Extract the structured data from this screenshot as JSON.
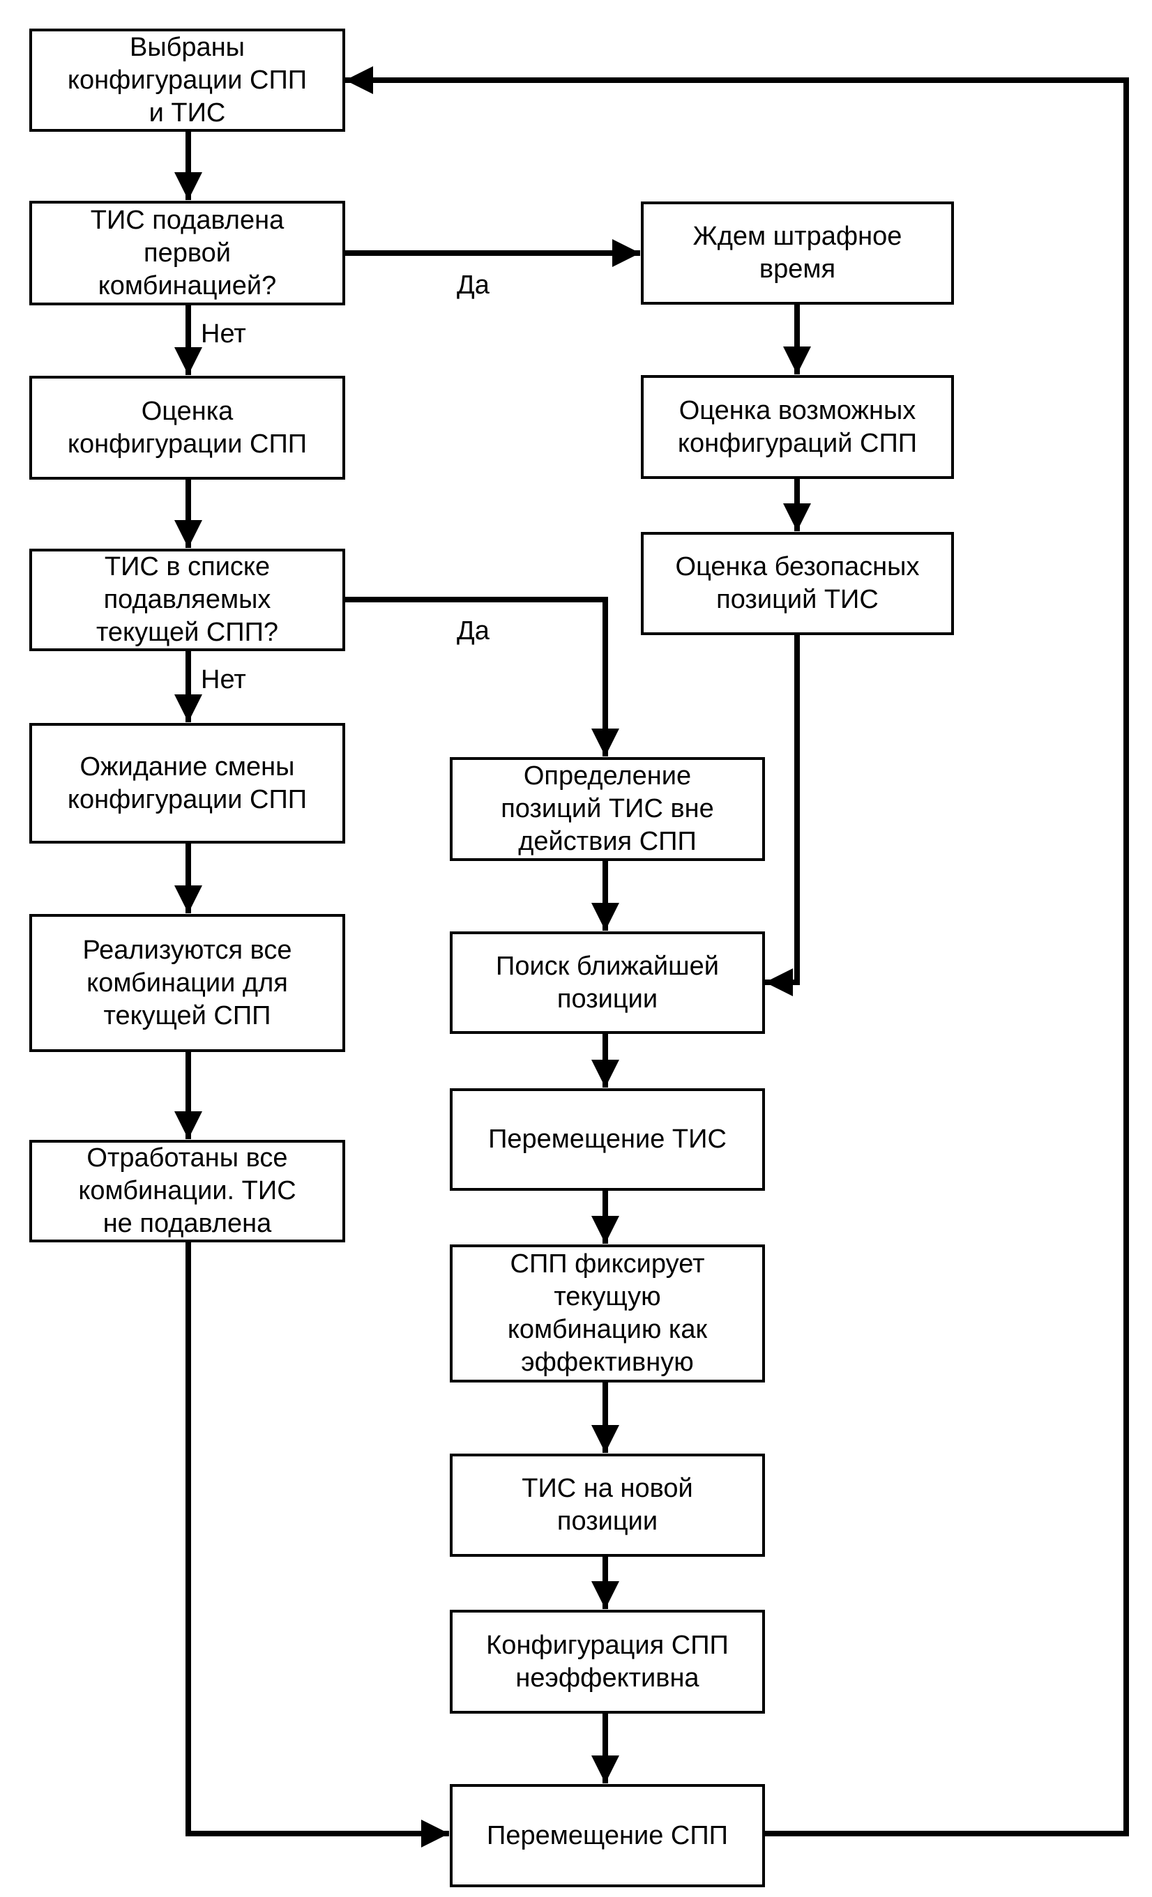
{
  "nodes": {
    "selected_configs": "Выбраны\nконфигурации СПП\nи ТИС",
    "suppressed_first": "ТИС подавлена\nпервой\nкомбинацией?",
    "evaluate_config": "Оценка\nконфигурации СПП",
    "in_list": "ТИС в списке\nподавляемых\nтекущей СПП?",
    "wait_change": "Ожидание смены\nконфигурации СПП",
    "all_combinations": "Реализуются все\nкомбинации для\nтекущей СПП",
    "done_not_suppressed": "Отработаны все\nкомбинации. ТИС\nне подавлена",
    "wait_penalty": "Ждем штрафное\nвремя",
    "evaluate_possible": "Оценка возможных\nконфигураций СПП",
    "evaluate_safe": "Оценка безопасных\nпозиций ТИС",
    "determine_positions": "Определение\nпозиций ТИС вне\nдействия СПП",
    "find_nearest": "Поиск ближайшей\nпозиции",
    "move_tis": "Перемещение ТИС",
    "fix_combination": "СПП фиксирует\nтекущую\nкомбинацию как\nэффективную",
    "tis_new_position": "ТИС на новой\nпозиции",
    "config_ineffective": "Конфигурация СПП\nнеэффективна",
    "move_spp": "Перемещение СПП"
  },
  "labels": {
    "yes_1": "Да",
    "no_1": "Нет",
    "yes_2": "Да",
    "no_2": "Нет"
  }
}
